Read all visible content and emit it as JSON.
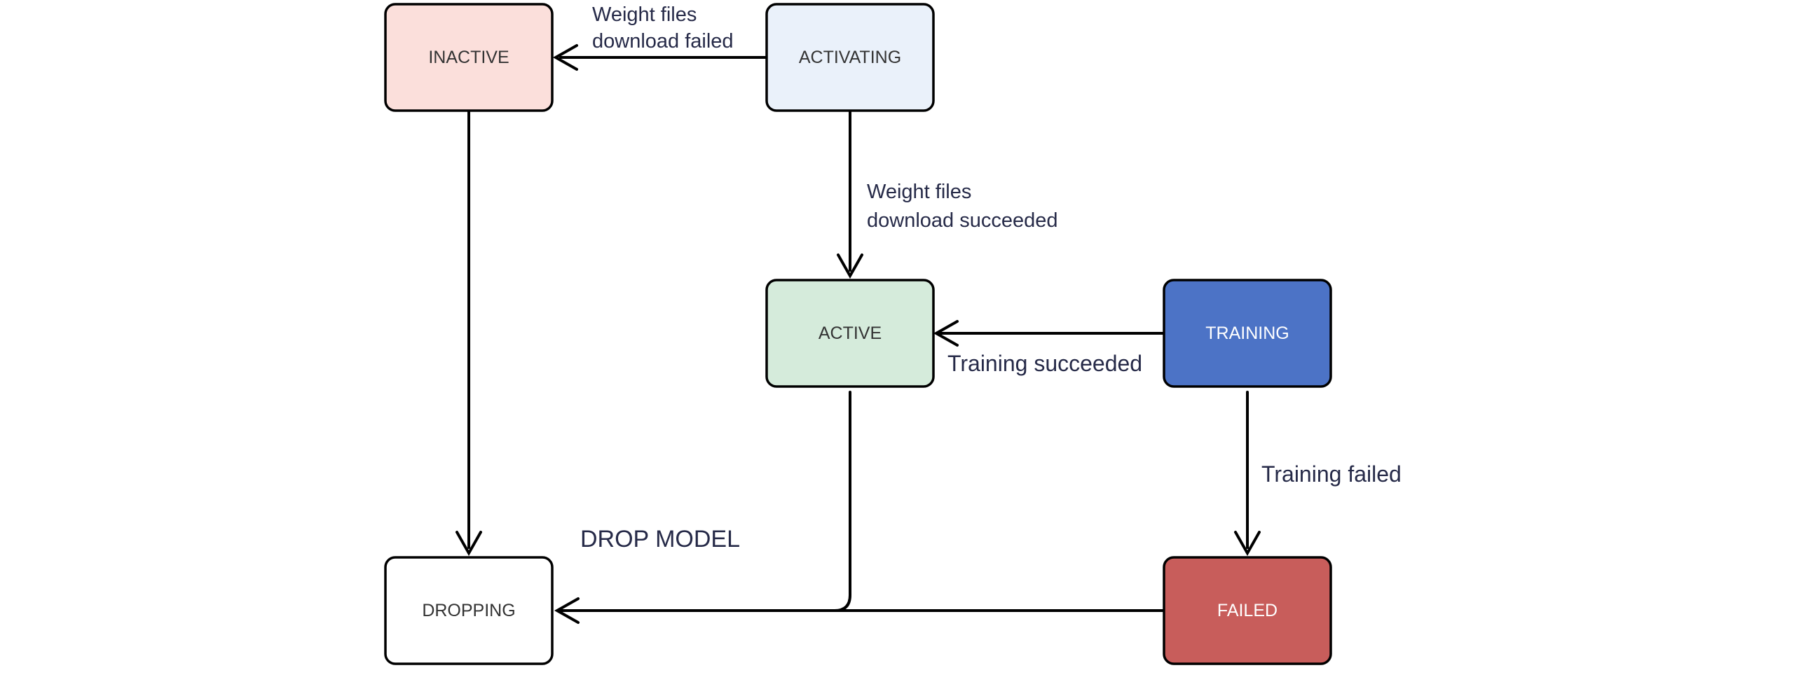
{
  "diagram_type": "state-diagram",
  "colors": {
    "background": "#ffffff",
    "edge_line": "#000000",
    "edge_label": "#262a48",
    "node_border": "#000000"
  },
  "nodes": {
    "inactive": {
      "label": "INACTIVE",
      "fill": "#fbdfdb",
      "text_color": "#333333"
    },
    "activating": {
      "label": "ACTIVATING",
      "fill": "#eaf1fa",
      "text_color": "#333333"
    },
    "active": {
      "label": "ACTIVE",
      "fill": "#d5ebdb",
      "text_color": "#333333"
    },
    "training": {
      "label": "TRAINING",
      "fill": "#4c73c6",
      "text_color": "#ffffff"
    },
    "dropping": {
      "label": "DROPPING",
      "fill": "#ffffff",
      "text_color": "#333333"
    },
    "failed": {
      "label": "#",
      "text_color": "#ffffff"
    }
  },
  "edges": {
    "activating_to_inactive": {
      "from": "ACTIVATING",
      "to": "INACTIVE",
      "label_line1": "Weight files",
      "label_line2": "download failed"
    },
    "activating_to_active": {
      "from": "ACTIVATING",
      "to": "ACTIVE",
      "label_line1": "Weight files",
      "label_line2": "download succeeded"
    },
    "training_to_active": {
      "from": "TRAINING",
      "to": "ACTIVE",
      "label": "Training succeeded"
    },
    "training_to_failed": {
      "from": "TRAINING",
      "to": "FAILED",
      "label": "Training failed"
    },
    "inactive_to_dropping": {
      "from": "INACTIVE",
      "to": "DROPPING",
      "label": ""
    },
    "failed_and_active_to_dropping": {
      "from": "FAILED / ACTIVE",
      "to": "DROPPING",
      "label": "DROP MODEL"
    }
  },
  "failed_node_label": "FAILED"
}
